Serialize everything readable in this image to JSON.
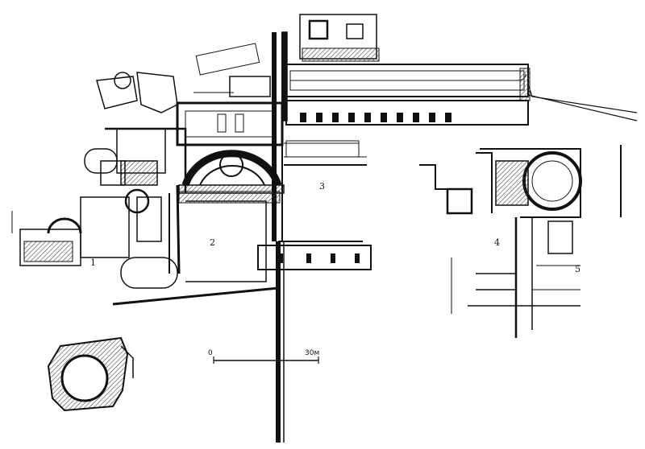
{
  "plan": {
    "area_labels": [
      {
        "id": "area-1",
        "text": "1"
      },
      {
        "id": "area-2",
        "text": "2"
      },
      {
        "id": "area-3",
        "text": "3"
      },
      {
        "id": "area-4",
        "text": "4"
      },
      {
        "id": "area-5",
        "text": "5"
      }
    ],
    "scale_bar": {
      "start_label": "0",
      "end_label": "30м"
    },
    "colors": {
      "wall": "#111111",
      "hatch": "#555555",
      "background": "#ffffff"
    }
  }
}
